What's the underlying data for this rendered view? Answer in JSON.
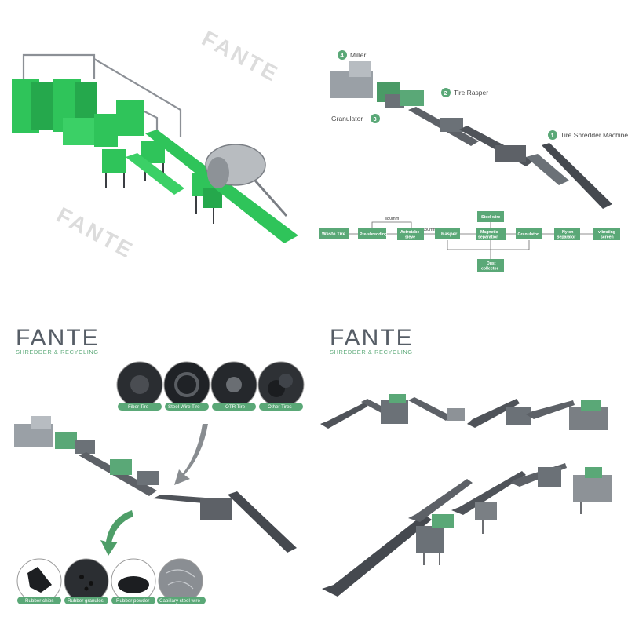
{
  "panel1": {
    "watermark": "FANTE"
  },
  "panel2": {
    "labels": {
      "miller": {
        "num": "4",
        "text": "Miller"
      },
      "rasper": {
        "num": "2",
        "text": "Tire Rasper"
      },
      "granulator": {
        "num": "3",
        "text": "Granulator"
      },
      "shredder": {
        "num": "1",
        "text": "Tire Shredder Machine"
      }
    },
    "flow": {
      "waste_tire": "Waste Tire",
      "pre_shredding": "Pre-shredding",
      "astrotabe_line1": "Astrotabe",
      "astrotabe_line2": "sieve",
      "rasper": "Rasper",
      "magnetic_line1": "Magnetic",
      "magnetic_line2": "separation",
      "granulator": "Granulator",
      "nylon_line1": "Nylon",
      "nylon_line2": "Separator",
      "vibrating_line1": "vibrating",
      "vibrating_line2": "screen",
      "steel_wire": "Steel wire",
      "dust_line1": "Dust",
      "dust_line2": "collector",
      "ge80": "≥80mm",
      "le80": "≤80mm"
    }
  },
  "panel3": {
    "logo": "FANTE",
    "logo_sub": "SHREDDER & RECYCLING",
    "inputs": [
      "Fiber Tire",
      "Steel Wire Tire",
      "OTR Tire",
      "Other Tires"
    ],
    "outputs": [
      "Rubber chips",
      "Rubber granules",
      "Rubber powder",
      "Capillary steel wire"
    ]
  },
  "panel4": {
    "logo": "FANTE",
    "logo_sub": "SHREDDER & RECYCLING"
  },
  "colors": {
    "brand_green": "#5aa877",
    "machine_green": "#2fc45a",
    "logo_gray": "#565d66",
    "steel": "#555a60"
  }
}
